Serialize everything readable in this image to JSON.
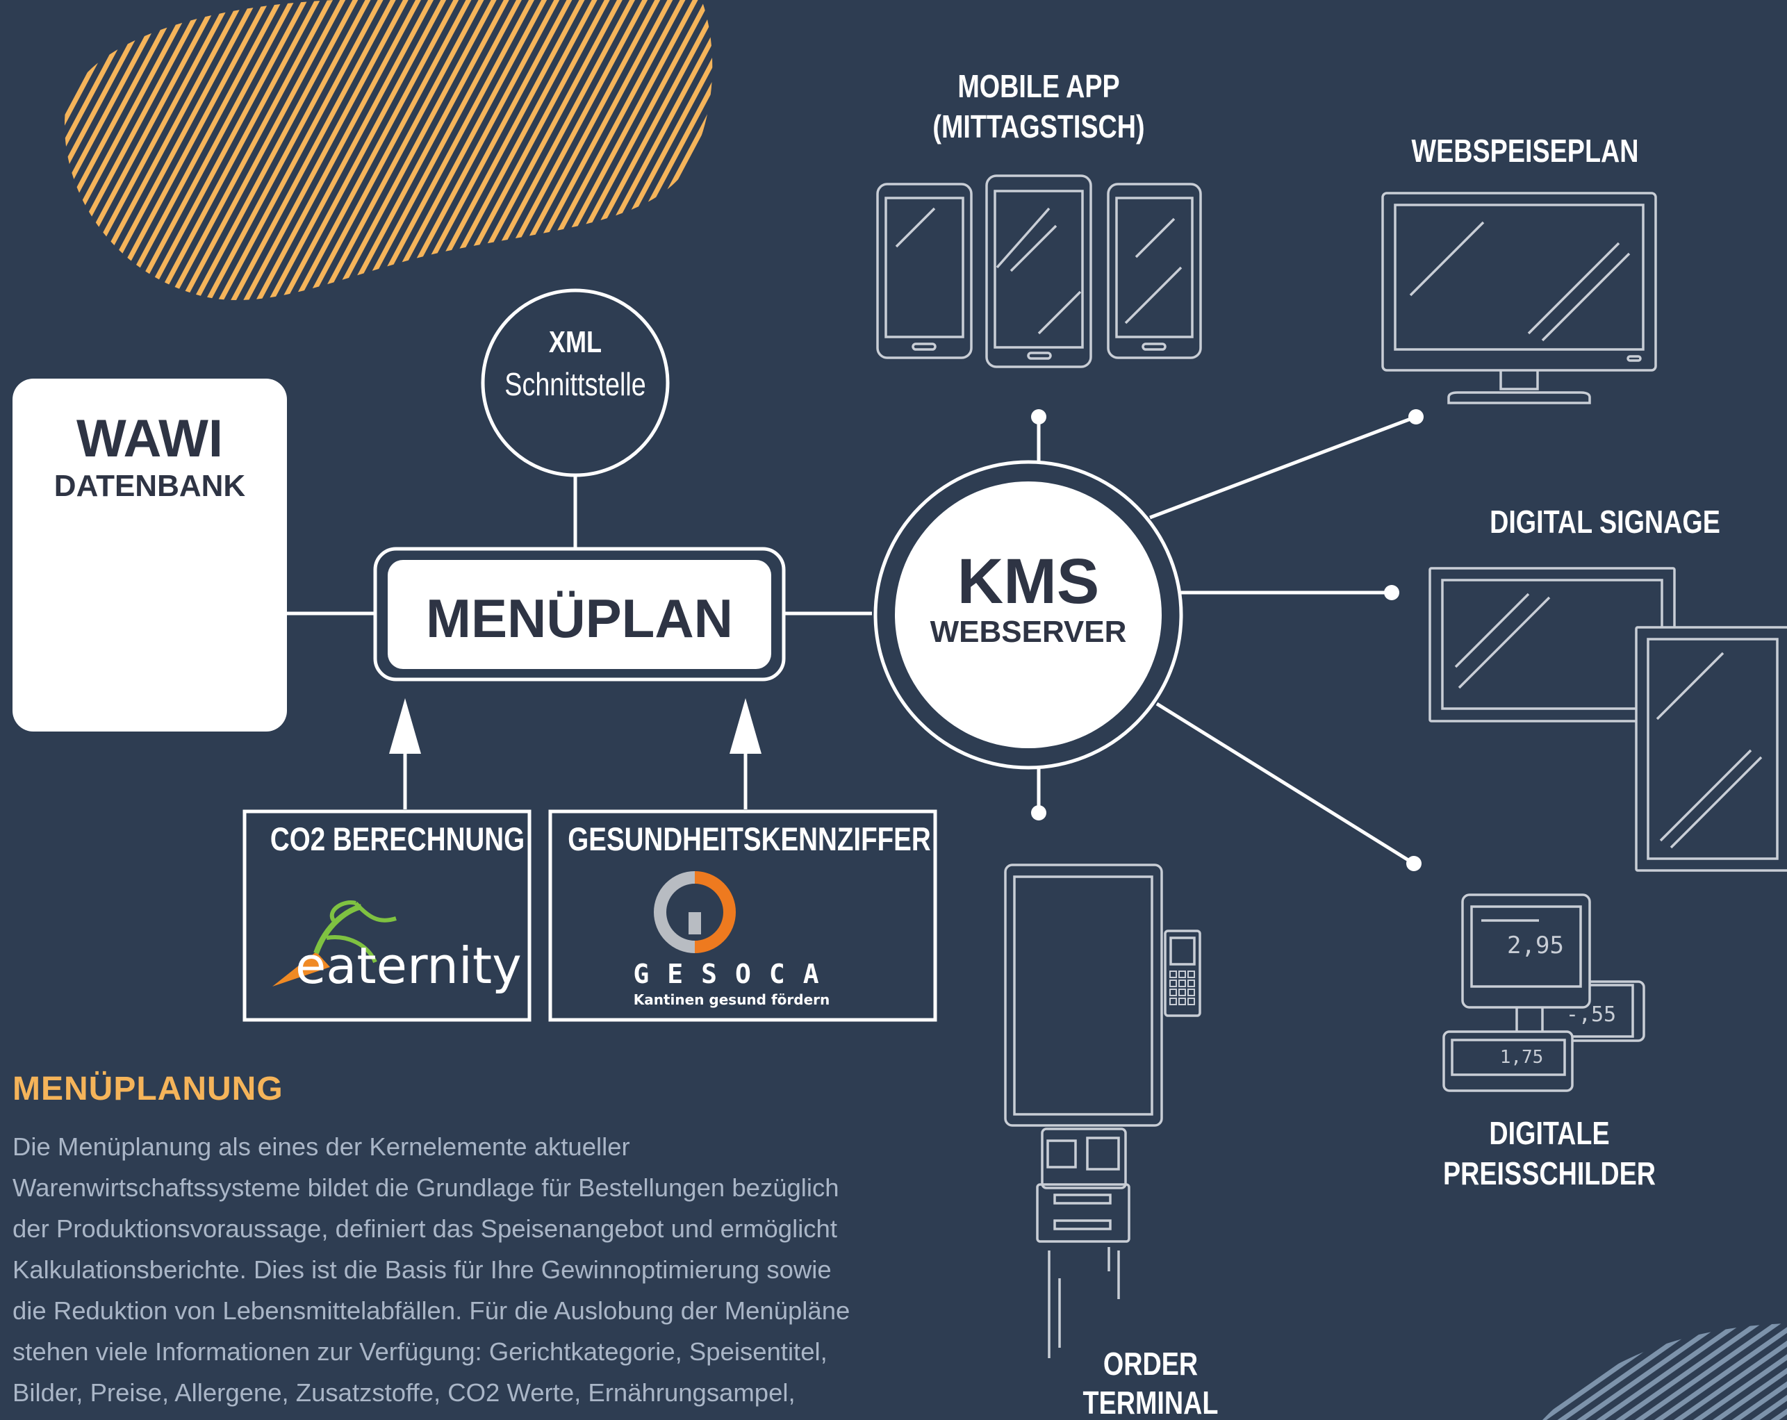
{
  "wawi": {
    "title": "WAWI",
    "subtitle": "DATENBANK"
  },
  "xml": {
    "title": "XML",
    "subtitle": "Schnittstelle"
  },
  "menuplan": {
    "label": "MENÜPLAN"
  },
  "kms": {
    "title": "KMS",
    "subtitle": "WEBSERVER"
  },
  "co2": {
    "title": "CO2 BERECHNUNG",
    "logo_text": "eaternity"
  },
  "health": {
    "title": "GESUNDHEITSKENNZIFFER",
    "logo_text": "GESOCA",
    "logo_tagline": "Kantinen gesund fördern"
  },
  "outputs": {
    "mobile_app": [
      "MOBILE APP",
      "(MITTAGSTISCH)"
    ],
    "webspeiseplan": "WEBSPEISEPLAN",
    "digital_signage": "DIGITAL SIGNAGE",
    "preisschilder": [
      "DIGITALE",
      "PREISSCHILDER"
    ],
    "order_terminal": [
      "ORDER",
      "TERMINAL"
    ]
  },
  "price_tags": [
    "2,95",
    "-,55",
    "1,75"
  ],
  "section": {
    "heading": "MENÜPLANUNG",
    "lines": [
      "Die Menüplanung als eines der Kernelemente aktueller",
      "Warenwirtschaftssysteme bildet die Grundlage für Bestellungen bezüglich",
      "der Produktionsvoraussage, definiert das Speisenangebot und ermöglicht",
      "Kalkulationsberichte. Dies ist die Basis für Ihre Gewinnoptimierung sowie",
      "die Reduktion von Lebensmittelabfällen. Für die Auslobung der Menüpläne",
      "stehen viele Informationen zur Verfügung: Gerichtkategorie, Speisentitel,",
      "Bilder, Preise, Allergene, Zusatzstoffe, CO2 Werte, Ernährungsampel,"
    ]
  },
  "colors": {
    "background": "#2e3d52",
    "accent": "#f5b45a",
    "stroke": "#ffffff",
    "device_stroke": "#c9ced6",
    "body_text": "#aab6c7"
  }
}
